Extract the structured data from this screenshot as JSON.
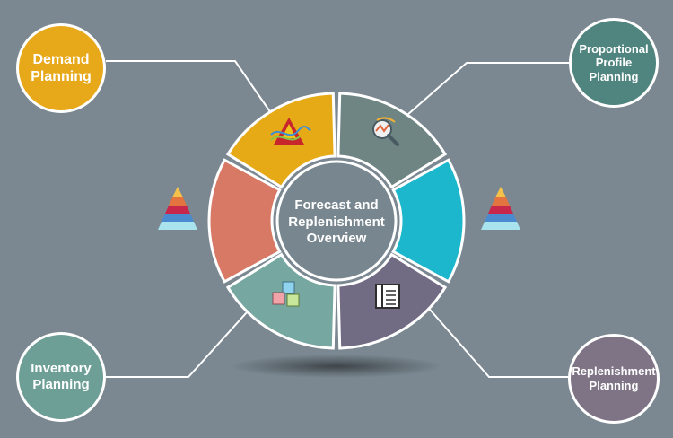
{
  "center": {
    "lines": [
      "Forecast and",
      "Replenishment",
      "Overview"
    ]
  },
  "nodes": [
    {
      "key": "demand",
      "lines": [
        "Demand",
        "Planning"
      ],
      "color": "#e7a81a"
    },
    {
      "key": "proportional",
      "lines": [
        "Proportional",
        "Profile",
        "Planning"
      ],
      "color": "#4f847f"
    },
    {
      "key": "inventory",
      "lines": [
        "Inventory",
        "Planning"
      ],
      "color": "#6e9f97"
    },
    {
      "key": "replenishment",
      "lines": [
        "Replenishment",
        "Planning"
      ],
      "color": "#7e7486"
    }
  ],
  "segments": [
    {
      "key": "demand",
      "color": "#e6aa16",
      "icon": "warning-triangle-icon"
    },
    {
      "key": "proportional",
      "color": "#6f8584",
      "icon": "magnifier-chart-icon"
    },
    {
      "key": "cyan",
      "color": "#1cb7cc",
      "icon": ""
    },
    {
      "key": "replenishment",
      "color": "#716b83",
      "icon": "book-icon"
    },
    {
      "key": "inventory",
      "color": "#76a7a0",
      "icon": "cubes-icon"
    },
    {
      "key": "coral",
      "color": "#d87966",
      "icon": ""
    }
  ],
  "pyramid_icon": "pyramid-icon",
  "colors": {
    "background": "#7b8891",
    "ring_center": "#78878f",
    "connector": "#ffffff"
  }
}
